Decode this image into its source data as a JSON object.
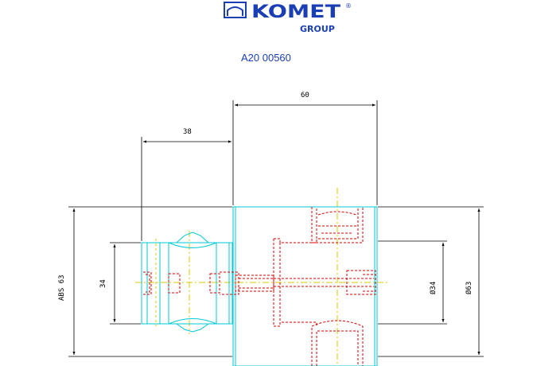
{
  "header": {
    "brand": "KOMET",
    "registered_mark": "®",
    "group": "GROUP",
    "brand_color": "#1a3fb5",
    "logo_icon": "komet-arch-logo-icon"
  },
  "part_number": "A20 00560",
  "colors": {
    "outline": "#00c8d8",
    "hidden": "#e00000",
    "center": "#d8c800",
    "dimension": "#000000",
    "part_number": "#1a3fb5"
  },
  "dimensions": {
    "overall_length": "60",
    "left_length": "38",
    "abs_height": "ABS 63",
    "left_height": "34",
    "dia_inner": "Ø34",
    "dia_outer": "Ø63"
  }
}
